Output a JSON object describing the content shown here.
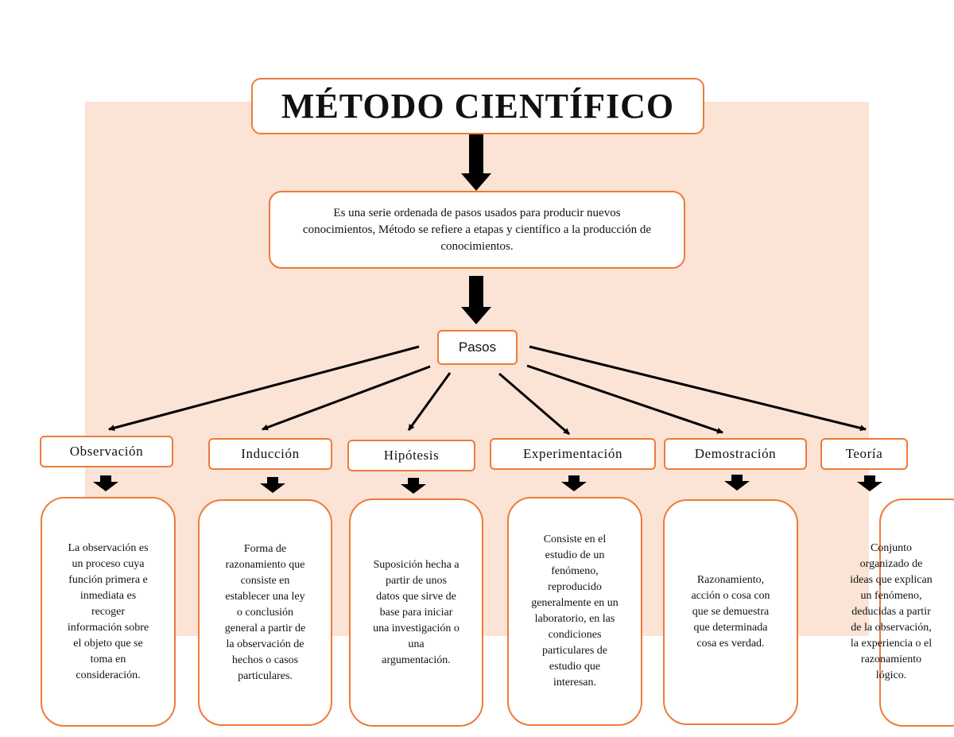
{
  "title": "MÉTODO CIENTÍFICO",
  "definition": "Es una serie ordenada de pasos usados para producir nuevos conocimientos, Método se refiere a etapas y científico a la producción de conocimientos.",
  "steps_label": "Pasos",
  "steps": [
    {
      "name": "Observación",
      "description": "La observación es\nun proceso cuya\nfunción primera e\ninmediata es\nrecoger\ninformación sobre\nel objeto que se\ntoma en\nconsideración."
    },
    {
      "name": "Inducción",
      "description": "Forma de\nrazonamiento que\nconsiste en\nestablecer una ley\no conclusión\ngeneral a partir de\nla observación de\nhechos o casos\nparticulares."
    },
    {
      "name": "Hipótesis",
      "description": "Suposición hecha a\npartir de unos\ndatos que sirve de\nbase para iniciar\nuna investigación o\nuna\nargumentación."
    },
    {
      "name": "Experimentación",
      "description": "Consiste en el\nestudio de un\nfenómeno,\nreproducido\ngeneralmente en un\nlaboratorio, en las\ncondiciones\nparticulares de\nestudio que\ninteresan."
    },
    {
      "name": "Demostración",
      "description": "Razonamiento,\nacción o cosa con\nque se demuestra\nque determinada\ncosa es verdad."
    },
    {
      "name": "Teoría",
      "description": "Conjunto\norganizado de\nideas que explican\nun fenómeno,\ndeducidas a partir\nde la observación,\nla experiencia o el\nrazonamiento\nlógico."
    }
  ],
  "colors": {
    "border": "#ee7b3a",
    "background_panel": "#fbe3d5",
    "arrow": "#000000"
  }
}
